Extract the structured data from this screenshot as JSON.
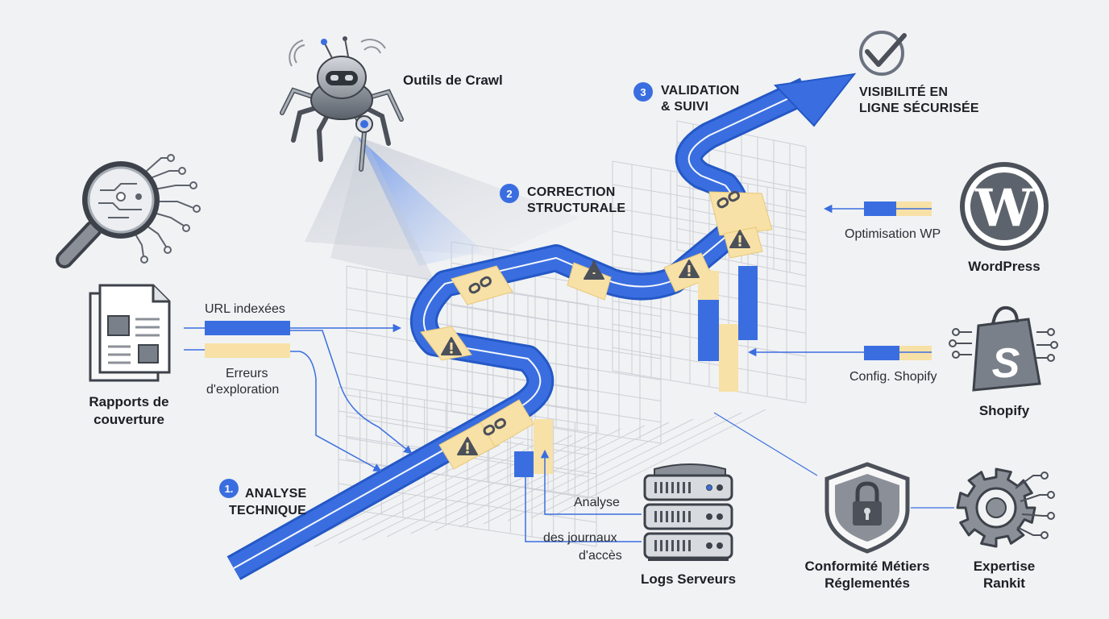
{
  "sources": {
    "crawl_tools": "Outils de Crawl",
    "coverage_reports": [
      "Rapports de",
      "couverture"
    ],
    "indexed_urls": "URL indexées",
    "crawl_errors": [
      "Erreurs",
      "d'exploration"
    ],
    "server_logs": "Logs Serveurs",
    "log_analysis": [
      "Analyse",
      "des journaux",
      "d'accès"
    ]
  },
  "steps": [
    {
      "number": "1.",
      "lines": [
        "ANALYSE",
        "TECHNIQUE"
      ]
    },
    {
      "number": "2",
      "lines": [
        "CORRECTION",
        "STRUCTURALE"
      ]
    },
    {
      "number": "3",
      "lines": [
        "VALIDATION",
        "& SUIVI"
      ]
    }
  ],
  "outcome": [
    "VISIBILITÉ EN",
    "LIGNE SÉCURISÉE"
  ],
  "integrations": {
    "wordpress": {
      "name": "WordPress",
      "note": "Optimisation WP"
    },
    "shopify": {
      "name": "Shopify",
      "note": "Config. Shopify"
    }
  },
  "compliance": [
    "Conformité Métiers",
    "Réglementés"
  ],
  "expertise": [
    "Expertise",
    "Rankit"
  ],
  "colors": {
    "path_blue": "#3a6ee0",
    "warn_yellow": "#f8e1a6",
    "icon_gray": "#6b7280",
    "bg": "#f1f2f4"
  },
  "icons": [
    "robot-spider-icon",
    "magnifier-circuit-icon",
    "document-icon",
    "server-rack-icon",
    "wordpress-logo-icon",
    "shopify-bag-icon",
    "shield-lock-icon",
    "gear-circuit-icon",
    "checkmark-circle-icon",
    "broken-link-icon",
    "warning-icon"
  ]
}
